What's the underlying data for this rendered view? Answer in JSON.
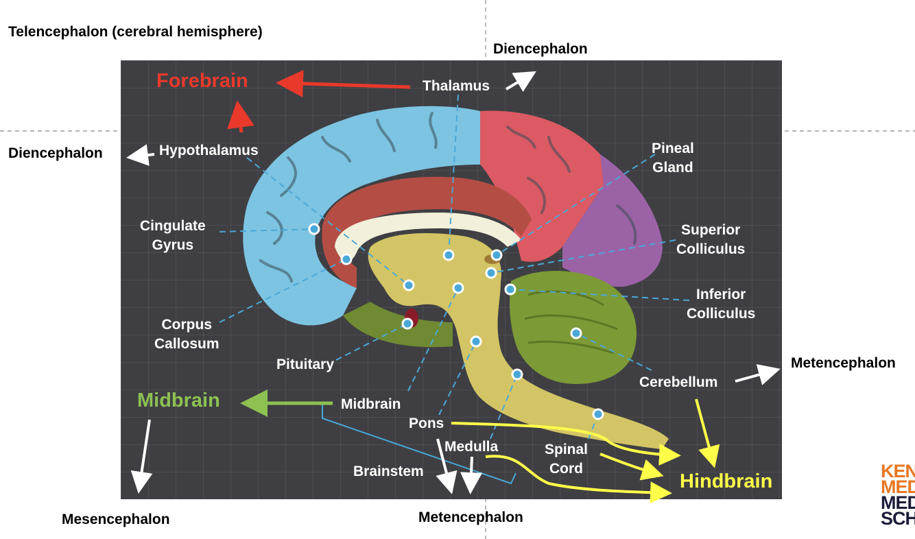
{
  "outer_labels": {
    "telencephalon": "Telencephalon (cerebral hemisphere)",
    "diencephalon_top": "Diencephalon",
    "diencephalon_left": "Diencephalon",
    "metencephalon_right": "Metencephalon",
    "mesencephalon": "Mesencephalon",
    "metencephalon_bottom": "Metencephalon"
  },
  "divisions": {
    "forebrain": "Forebrain",
    "midbrain": "Midbrain",
    "hindbrain": "Hindbrain"
  },
  "structures": {
    "thalamus": "Thalamus",
    "hypothalamus": "Hypothalamus",
    "pineal_gland": "Pineal\nGland",
    "cingulate_gyrus": "Cingulate\nGyrus",
    "superior_colliculus": "Superior\nColliculus",
    "inferior_colliculus": "Inferior\nColliculus",
    "corpus_callosum": "Corpus\nCallosum",
    "pituitary": "Pituitary",
    "cerebellum": "Cerebellum",
    "midbrain": "Midbrain",
    "pons": "Pons",
    "medulla": "Medulla",
    "spinal_cord": "Spinal\nCord",
    "brainstem": "Brainstem"
  },
  "logo": {
    "line1": "KEN",
    "line2": "MED",
    "line3": "MED",
    "line4": "SCH"
  },
  "colors": {
    "forebrain": "#e8392b",
    "midbrain": "#8dc152",
    "hindbrain": "#ffff4a",
    "pointer_line": "#4aa8d8",
    "cerebrum_blue": "#7cc4e2",
    "cerebrum_red": "#dc5a64",
    "cerebrum_purple": "#9b63a6",
    "limbic_red": "#b44e44",
    "corpus_callosum": "#f2f0da",
    "brainstem": "#d3c565",
    "cerebellum": "#7c9a36"
  }
}
